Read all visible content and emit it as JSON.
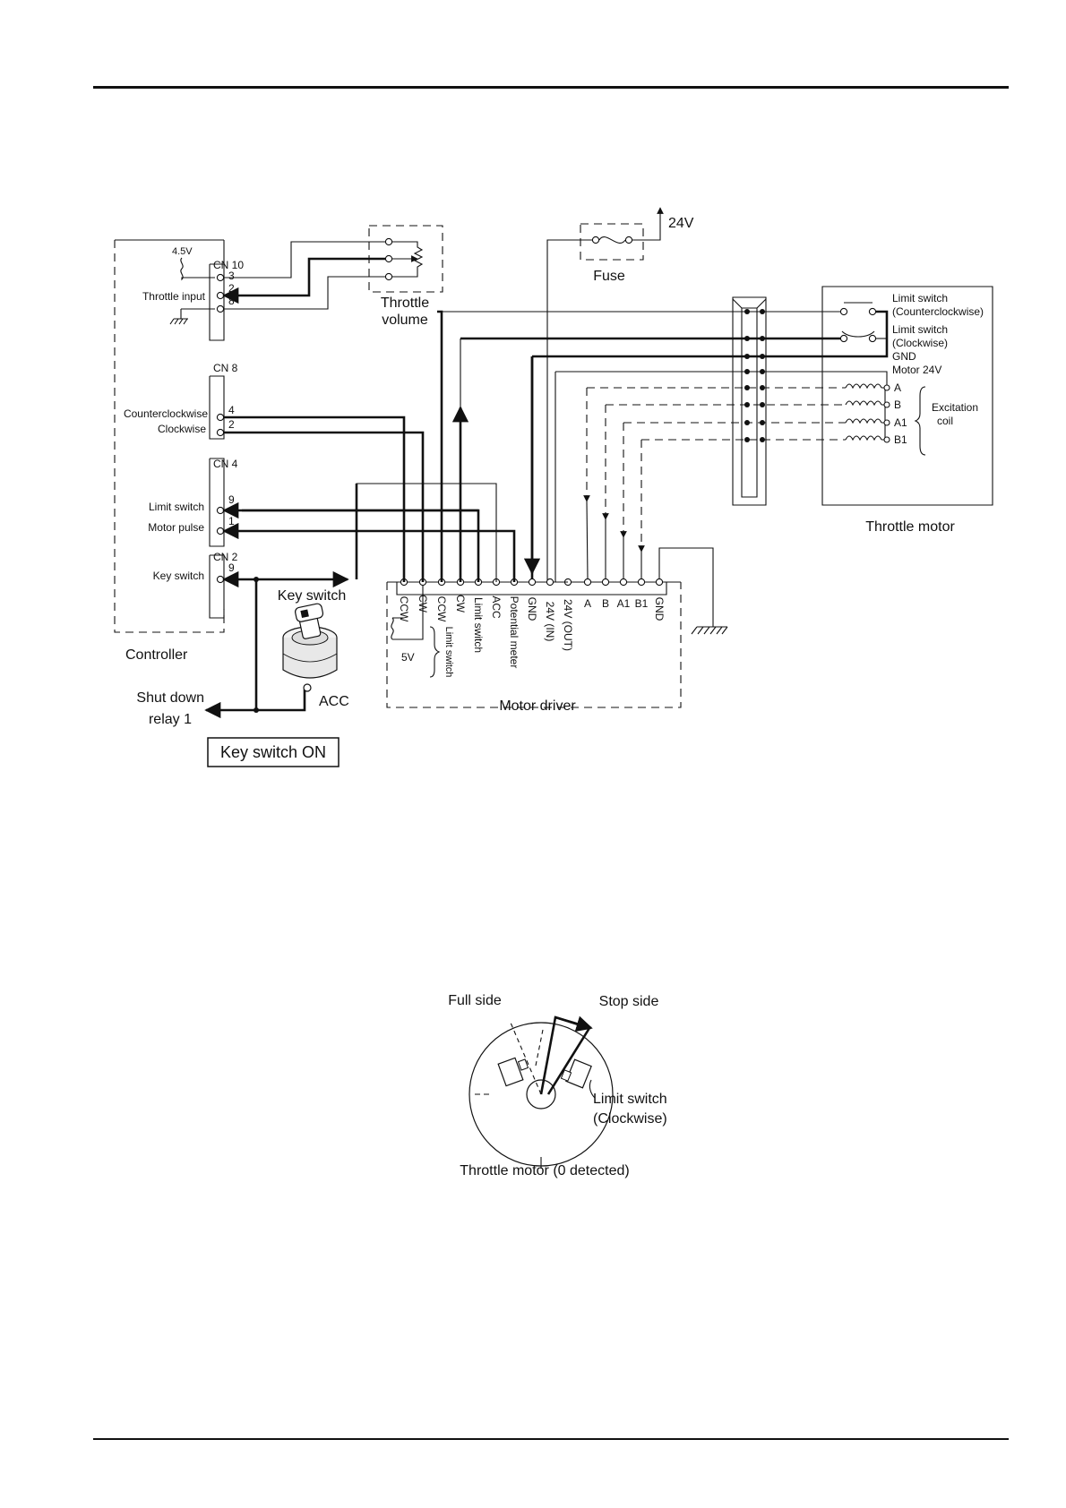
{
  "wiring": {
    "controller": {
      "label": "Controller",
      "voltage": "4.5V",
      "connectors": {
        "cn10": {
          "name": "CN 10",
          "pins": [
            "3",
            "2",
            "8"
          ]
        },
        "cn8": {
          "name": "CN 8",
          "pins": [
            "4",
            "2"
          ]
        },
        "cn4": {
          "name": "CN 4",
          "pins": [
            "9",
            "1"
          ]
        },
        "cn2": {
          "name": "CN 2",
          "pins": [
            "9"
          ]
        }
      },
      "signals": {
        "throttle_input": "Throttle input",
        "counterclockwise": "Counterclockwise",
        "clockwise": "Clockwise",
        "limit_switch": "Limit switch",
        "motor_pulse": "Motor pulse",
        "key_switch": "Key switch"
      }
    },
    "throttle_volume": {
      "line1": "Throttle",
      "line2": "volume"
    },
    "fuse": {
      "label": "Fuse",
      "supply": "24V"
    },
    "throttle_motor": {
      "label": "Throttle motor",
      "limit_ccw_1": "Limit switch",
      "limit_ccw_2": "(Counterclockwise)",
      "limit_cw_1": "Limit switch",
      "limit_cw_2": "(Clockwise)",
      "gnd": "GND",
      "motor24": "Motor 24V",
      "coils": [
        "A",
        "B",
        "A1",
        "B1"
      ],
      "excitation_1": "Excitation",
      "excitation_2": "coil"
    },
    "key_switch": {
      "label": "Key switch",
      "acc": "ACC",
      "shutdown_1": "Shut down",
      "shutdown_2": "relay 1",
      "state": "Key switch ON"
    },
    "motor_driver": {
      "label": "Motor driver",
      "pins": [
        "CCW",
        "CW",
        "CCW",
        "CW",
        "Limit switch",
        "ACC",
        "Potential meter",
        "GND",
        "24V (IN)",
        "24V (OUT)",
        "A",
        "B",
        "A1",
        "B1",
        "GND"
      ],
      "bracket_label": "Limit switch",
      "five_v": "5V"
    }
  },
  "throttle_position": {
    "full_side": "Full side",
    "stop_side": "Stop side",
    "limit_1": "Limit switch",
    "limit_2": "(Clockwise)",
    "caption": "Throttle motor (0 detected)"
  }
}
